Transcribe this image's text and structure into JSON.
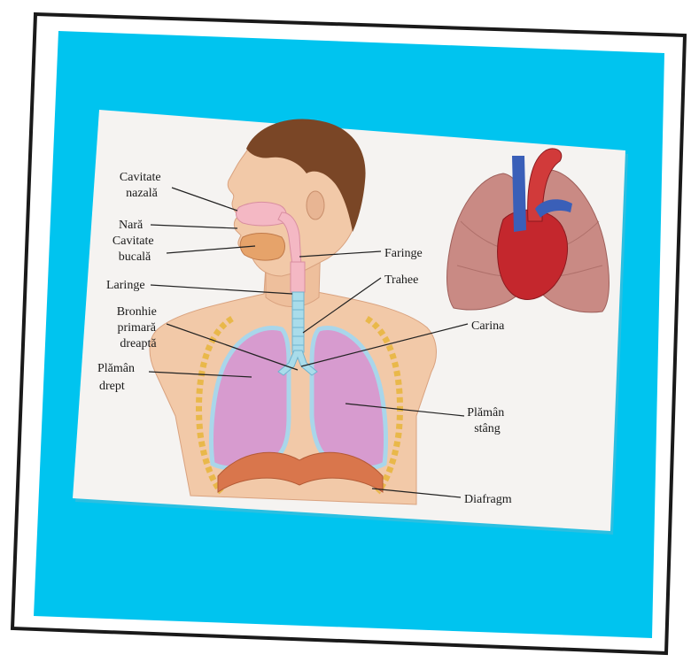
{
  "colors": {
    "frame": "#1a1a1a",
    "backdrop": "#00c4ef",
    "card": "#f5f3f1",
    "skin": "#f2c9a8",
    "hair": "#7a4626",
    "lung": "#d79bcf",
    "lung_edge": "#a9d6ea",
    "airway": "#a9dcea",
    "diaphragm": "#d9764c",
    "heart_red": "#c4272d",
    "heart_blue": "#3a5fb8"
  },
  "labels": {
    "cavitate_nazala": [
      "Cavitate",
      "nazală"
    ],
    "nara": "Nară",
    "cavitate_bucala": [
      "Cavitate",
      "bucală"
    ],
    "laringe": "Laringe",
    "bronhie": [
      "Bronhie",
      "primară",
      "dreaptă"
    ],
    "plaman_drept": [
      "Plămân",
      "drept"
    ],
    "faringe": "Faringe",
    "trahee": "Trahee",
    "carina": "Carina",
    "plaman_stang": [
      "Plămân",
      "stâng"
    ],
    "diafragm": "Diafragm"
  }
}
